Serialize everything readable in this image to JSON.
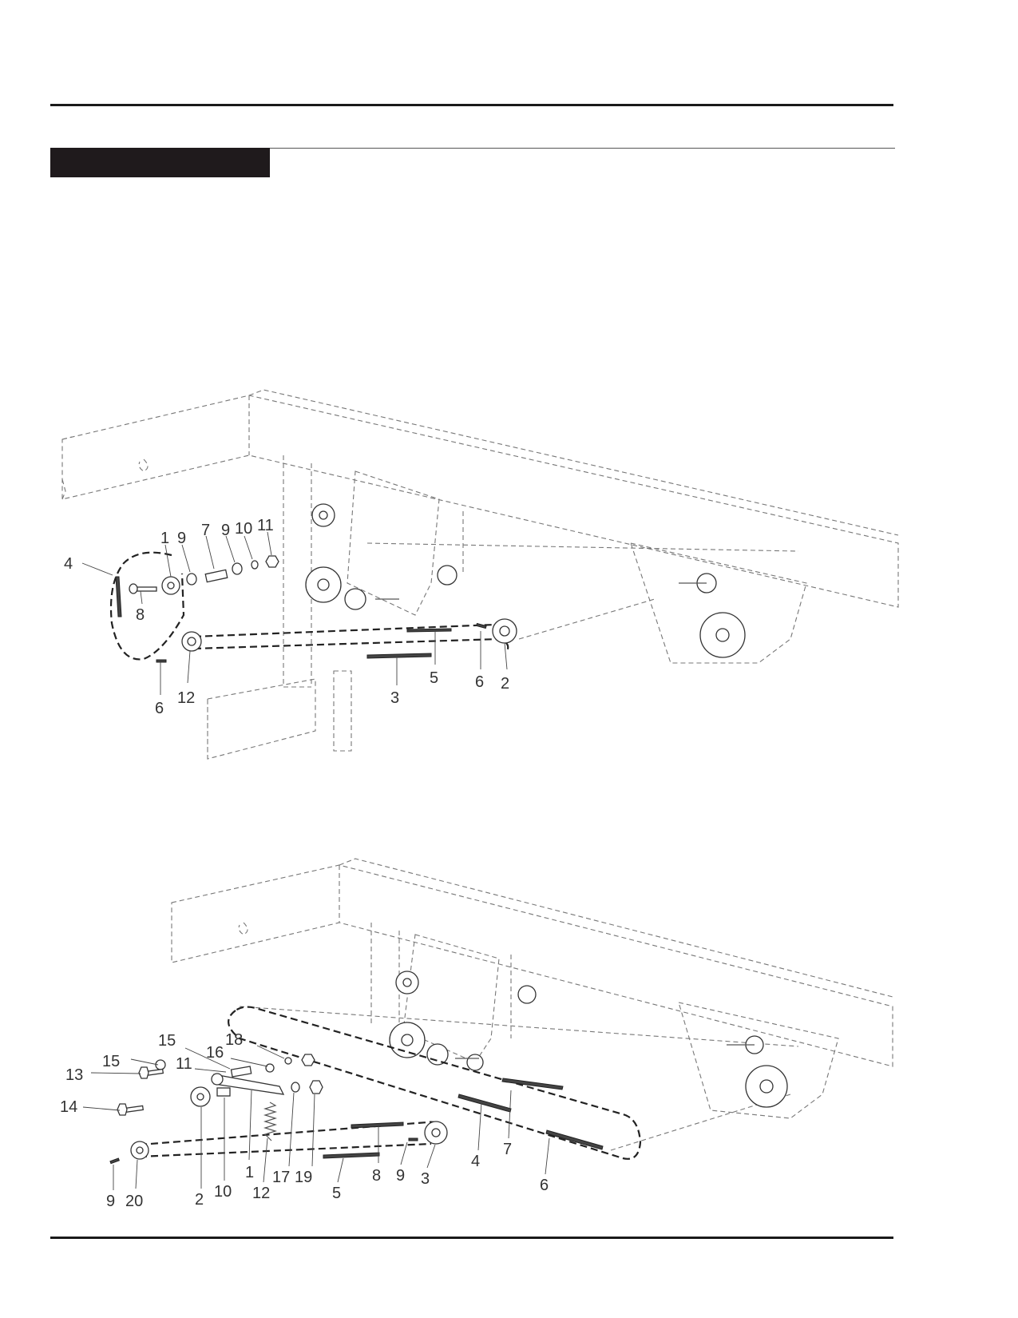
{
  "header": {
    "section_title": ""
  },
  "diagram_top": {
    "callouts": [
      {
        "id": "t1",
        "text": "1"
      },
      {
        "id": "t9a",
        "text": "9"
      },
      {
        "id": "t7",
        "text": "7"
      },
      {
        "id": "t9b",
        "text": "9"
      },
      {
        "id": "t10",
        "text": "10"
      },
      {
        "id": "t11",
        "text": "11"
      },
      {
        "id": "t4",
        "text": "4"
      },
      {
        "id": "t8",
        "text": "8"
      },
      {
        "id": "t12",
        "text": "12"
      },
      {
        "id": "t6a",
        "text": "6"
      },
      {
        "id": "t3",
        "text": "3"
      },
      {
        "id": "t5",
        "text": "5"
      },
      {
        "id": "t6b",
        "text": "6"
      },
      {
        "id": "t2",
        "text": "2"
      }
    ]
  },
  "diagram_bottom": {
    "callouts": [
      {
        "id": "b18",
        "text": "18"
      },
      {
        "id": "b16",
        "text": "16"
      },
      {
        "id": "b15a",
        "text": "15"
      },
      {
        "id": "b15b",
        "text": "15"
      },
      {
        "id": "b11",
        "text": "11"
      },
      {
        "id": "b13",
        "text": "13"
      },
      {
        "id": "b14",
        "text": "14"
      },
      {
        "id": "b9a",
        "text": "9"
      },
      {
        "id": "b20",
        "text": "20"
      },
      {
        "id": "b2",
        "text": "2"
      },
      {
        "id": "b10",
        "text": "10"
      },
      {
        "id": "b1",
        "text": "1"
      },
      {
        "id": "b12",
        "text": "12"
      },
      {
        "id": "b17",
        "text": "17"
      },
      {
        "id": "b19",
        "text": "19"
      },
      {
        "id": "b5",
        "text": "5"
      },
      {
        "id": "b8",
        "text": "8"
      },
      {
        "id": "b9b",
        "text": "9"
      },
      {
        "id": "b3",
        "text": "3"
      },
      {
        "id": "b4",
        "text": "4"
      },
      {
        "id": "b7",
        "text": "7"
      },
      {
        "id": "b6",
        "text": "6"
      }
    ]
  }
}
